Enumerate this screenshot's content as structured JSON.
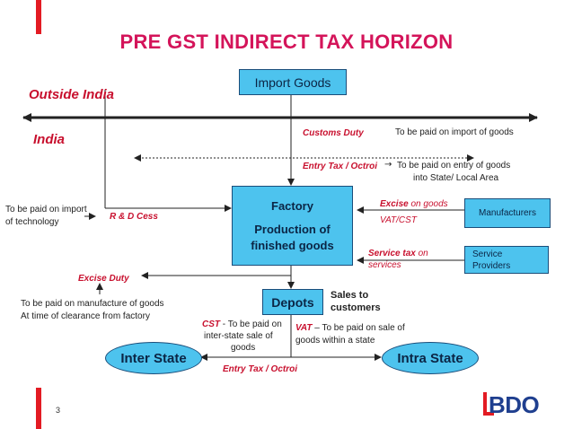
{
  "title": "PRE GST INDIRECT TAX HORIZON",
  "regions": {
    "outside": "Outside India",
    "inside": "India"
  },
  "boxes": {
    "import_goods": "Import Goods",
    "factory_title": "Factory",
    "factory_sub": "Production of finished goods",
    "manufacturers": "Manufacturers",
    "service_providers": "Service Providers",
    "depots": "Depots"
  },
  "ellipses": {
    "inter_state": "Inter State",
    "intra_state": "Intra State"
  },
  "labels": {
    "customs_duty": "Customs Duty",
    "customs_note": "To be paid on import of goods",
    "entry_tax_1": "Entry Tax / Octroi",
    "entry_tax_note_1": "To be paid on entry of goods",
    "entry_tax_note_2": "into State/ Local Area",
    "rd_note_1": "To be paid on import",
    "rd_note_2": "of technology",
    "rd_cess": "R & D Cess",
    "excise_strong": "Excise",
    "excise_rest": "on goods",
    "vat_cst": "VAT/CST",
    "service_strong": "Service tax",
    "service_rest": "on",
    "service_line2": "services",
    "excise_duty": "Excise Duty",
    "excise_note_1": "To be paid on manufacture of goods",
    "excise_note_2": "At time of clearance from factory",
    "sales_1": "Sales to",
    "sales_2": "customers",
    "cst_strong": "CST",
    "cst_rest": " - To be paid on",
    "cst_line2": "inter-state sale of",
    "cst_line3": "goods",
    "vat_strong": "VAT",
    "vat_rest": " – To be paid on sale of",
    "vat_line2": "goods within a state",
    "entry_tax_2": "Entry Tax / Octroi"
  },
  "page_number": "3",
  "logo": "BDO",
  "colors": {
    "title": "#d4145a",
    "accent_red": "#c8102e",
    "box_fill": "#4dc3ee",
    "brand_blue": "#1f3f8f"
  }
}
